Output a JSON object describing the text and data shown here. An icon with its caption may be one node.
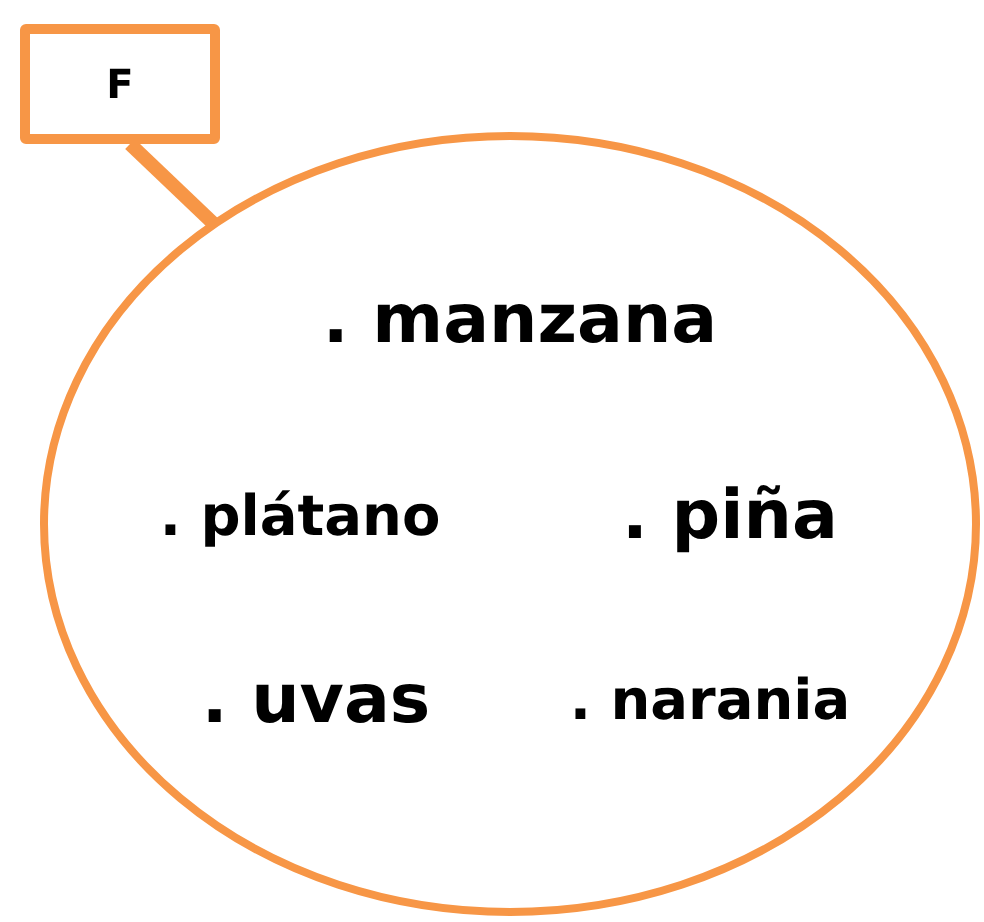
{
  "diagram": {
    "nodes": [
      {
        "text": [
          "F"
        ]
      },
      {
        "text": [
          ". manzana",
          ". plátano",
          ". piña",
          ". uvas",
          ". narania"
        ]
      }
    ],
    "edges": [
      {
        "from": 0,
        "to": 1,
        "arrow": "none"
      }
    ]
  }
}
